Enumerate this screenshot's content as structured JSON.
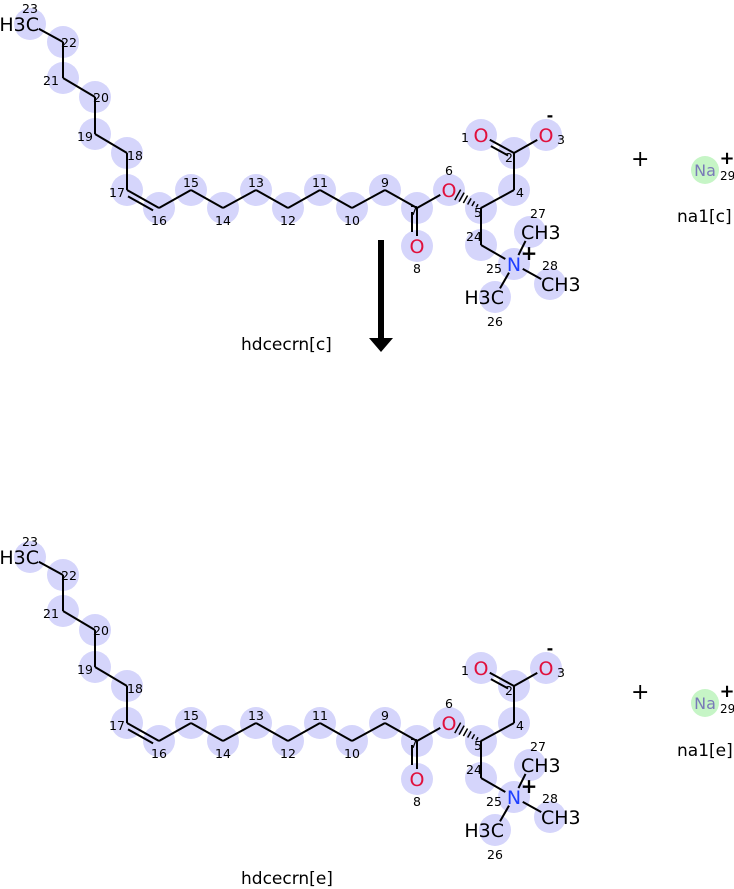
{
  "reaction": {
    "arrow_label": "hdcecrn[c]",
    "product_label": "hdcecrn[e]",
    "plus": "+",
    "arrow_direction": "down"
  },
  "molecules": [
    {
      "compartment": "c",
      "name": "hdcecrn[c]"
    },
    {
      "compartment": "e",
      "name": "hdcecrn[e]"
    }
  ],
  "atoms": [
    {
      "n": "23",
      "sym": "H3C"
    },
    {
      "n": "22",
      "sym": "C"
    },
    {
      "n": "21",
      "sym": "C"
    },
    {
      "n": "20",
      "sym": "C"
    },
    {
      "n": "19",
      "sym": "C"
    },
    {
      "n": "18",
      "sym": "C"
    },
    {
      "n": "17",
      "sym": "C"
    },
    {
      "n": "16",
      "sym": "C"
    },
    {
      "n": "15",
      "sym": "C"
    },
    {
      "n": "14",
      "sym": "C"
    },
    {
      "n": "13",
      "sym": "C"
    },
    {
      "n": "12",
      "sym": "C"
    },
    {
      "n": "11",
      "sym": "C"
    },
    {
      "n": "10",
      "sym": "C"
    },
    {
      "n": "9",
      "sym": "C"
    },
    {
      "n": "7",
      "sym": "C"
    },
    {
      "n": "8",
      "sym": "O"
    },
    {
      "n": "6",
      "sym": "O"
    },
    {
      "n": "5",
      "sym": "C"
    },
    {
      "n": "4",
      "sym": "C"
    },
    {
      "n": "2",
      "sym": "C"
    },
    {
      "n": "1",
      "sym": "O"
    },
    {
      "n": "3",
      "sym": "O",
      "charge": "-"
    },
    {
      "n": "24",
      "sym": "C"
    },
    {
      "n": "25",
      "sym": "N",
      "charge": "+"
    },
    {
      "n": "26",
      "sym": "H3C"
    },
    {
      "n": "27",
      "sym": "CH3"
    },
    {
      "n": "28",
      "sym": "CH3"
    }
  ],
  "ions": [
    {
      "label": "na1[c]",
      "sym": "Na",
      "n": "29",
      "charge": "+"
    },
    {
      "label": "na1[e]",
      "sym": "Na",
      "n": "29",
      "charge": "+"
    }
  ],
  "colors": {
    "highlight": "#d5d5fb",
    "ion_highlight": "#c6f5c6",
    "oxygen": "#e0103c",
    "nitrogen": "#2040ff",
    "sodium": "#7a7ab8",
    "bond": "#000000"
  }
}
